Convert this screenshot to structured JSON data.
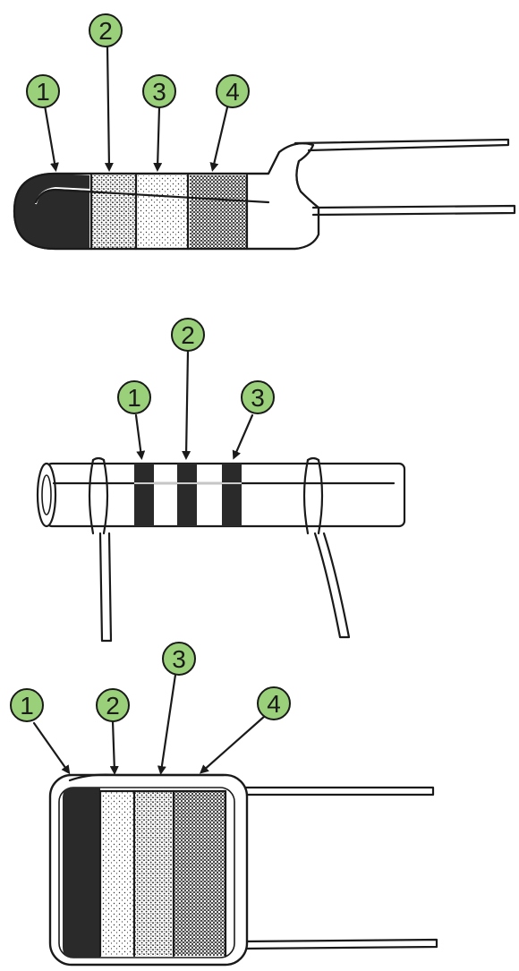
{
  "components": [
    {
      "id": "tubular-capacitor",
      "labels": [
        "1",
        "2",
        "3",
        "4"
      ]
    },
    {
      "id": "axial-resistor",
      "labels": [
        "1",
        "2",
        "3"
      ]
    },
    {
      "id": "block-capacitor",
      "labels": [
        "1",
        "2",
        "3",
        "4"
      ]
    }
  ],
  "colors": {
    "badge_fill": "#9ad07a",
    "badge_stroke": "#1a1a1a",
    "ink": "#1a1a1a",
    "dark_band": "#2a2a2a",
    "paper": "#ffffff"
  },
  "icons": {
    "badge": "numbered-circle",
    "pointer": "arrow-down-right"
  }
}
